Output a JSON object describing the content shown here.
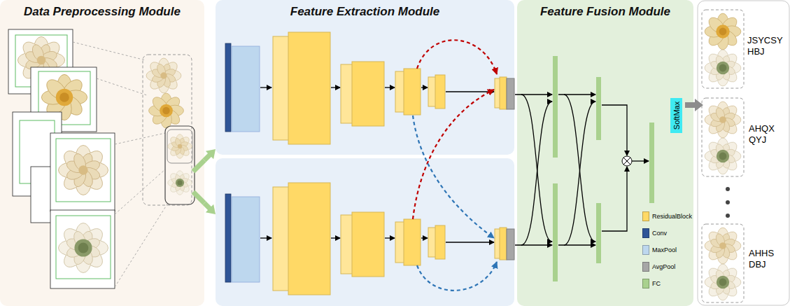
{
  "diagram": {
    "nodes": [
      {
        "text": [
          "Data Preprocessing Module"
        ]
      },
      {
        "text": [
          "Feature Extraction Module"
        ]
      },
      {
        "text": [
          "Feature Fusion Module"
        ]
      },
      {
        "text": [
          "SoftMax"
        ],
        "in": 2
      }
    ],
    "edges": [
      {
        "from": 0,
        "to": 1,
        "arrow": "to"
      },
      {
        "from": 0,
        "to": 1,
        "arrow": "to"
      }
    ],
    "labels": [
      "JSYCSY HBJ",
      "AHQX QYJ",
      "AHHS DBJ"
    ],
    "legend": [
      {
        "text": "ResidualBlock",
        "color": "#FFD966"
      },
      {
        "text": "Conv",
        "color": "#2F5597"
      },
      {
        "text": "MaxPool",
        "color": "#BDD7EE"
      },
      {
        "text": "AvgPool",
        "color": "#A6A6A6"
      },
      {
        "text": "FC",
        "color": "#A9D18E"
      }
    ]
  }
}
